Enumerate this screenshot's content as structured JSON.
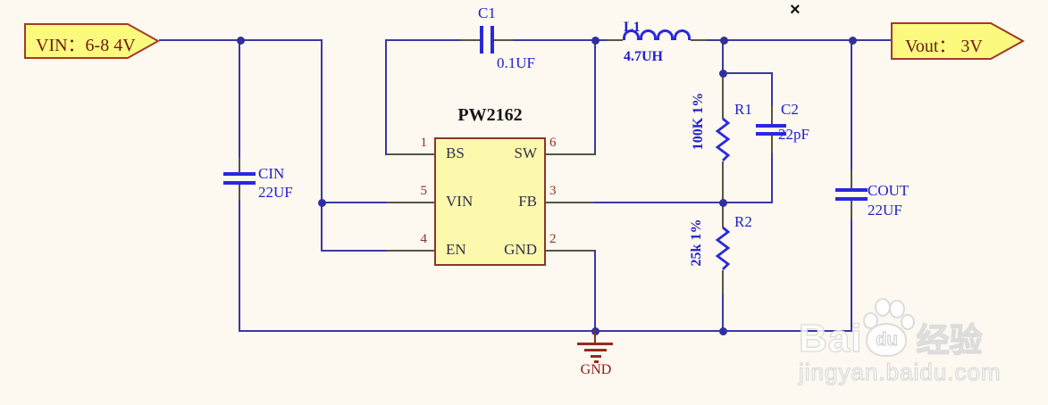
{
  "close_icon": "×",
  "banners": {
    "vin": {
      "label": "VIN：6-8 4V"
    },
    "vout": {
      "label": "Vout： 3V"
    }
  },
  "ic": {
    "title": "PW2162",
    "pins_left": [
      {
        "num": "1",
        "name": "BS"
      },
      {
        "num": "5",
        "name": "VIN"
      },
      {
        "num": "4",
        "name": "EN"
      }
    ],
    "pins_right": [
      {
        "num": "6",
        "name": "SW"
      },
      {
        "num": "3",
        "name": "FB"
      },
      {
        "num": "2",
        "name": "GND"
      }
    ]
  },
  "components": {
    "c1": {
      "ref": "C1",
      "value": "0.1UF"
    },
    "l1": {
      "ref": "L1",
      "value": "4.7UH"
    },
    "cin": {
      "ref": "CIN",
      "value": "22UF"
    },
    "cout": {
      "ref": "COUT",
      "value": "22UF"
    },
    "c2": {
      "ref": "C2",
      "value": "22pF"
    },
    "r1": {
      "ref": "R1",
      "value": "100K 1%"
    },
    "r2": {
      "ref": "R2",
      "value": "25k 1%"
    }
  },
  "ground": {
    "label": "GND"
  },
  "watermark": {
    "brand_left": "Bai",
    "brand_paw": "du",
    "brand_suffix": "经验",
    "url": "jingyan.baidu.com"
  },
  "colors": {
    "wire": "#3939a8",
    "symbol": "#2929dd",
    "label": "#2121cc",
    "ic_fill": "#fcf9ad",
    "ic_border": "#8d352a",
    "banner_fill": "#fbf97e",
    "banner_border": "#a23b2b",
    "ground_red": "#962a20",
    "background": "#fdf8f0"
  }
}
